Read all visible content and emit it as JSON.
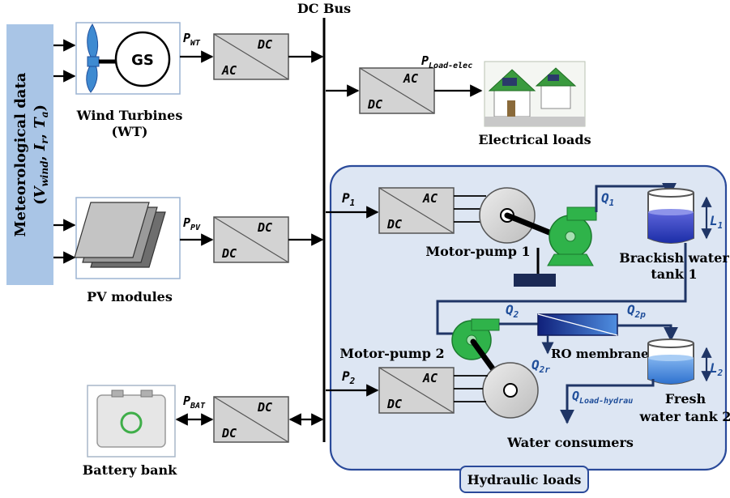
{
  "dc_bus": "DC Bus",
  "meteo": {
    "text": "Meteorological data",
    "vars": {
      "open": "(",
      "V": "V",
      "V_sub": "wind",
      "sep1": ", ",
      "I": "I",
      "I_sub": "r",
      "sep2": ", ",
      "T": "T",
      "T_sub": "a",
      "close": ")"
    }
  },
  "wind": {
    "generator": "GS",
    "label_line1": "Wind Turbines",
    "label_line2": "(WT)"
  },
  "pv": {
    "label": "PV modules"
  },
  "battery": {
    "label": "Battery bank"
  },
  "electrical": {
    "label": "Electrical loads"
  },
  "converter_ac": "AC",
  "converter_dc": "DC",
  "power": {
    "p": "P",
    "wt_sub": "WT",
    "pv_sub": "PV",
    "bat_sub": "BAT",
    "load_elec_sub": "Load-elec",
    "p1_sub": "1",
    "p2_sub": "2"
  },
  "hydraulic": {
    "panel_label": "Hydraulic loads",
    "motor_pump_1": "Motor-pump 1",
    "motor_pump_2": "Motor-pump 2",
    "brackish_line1": "Brackish water",
    "brackish_line2": "tank 1",
    "fresh_line1": "Fresh",
    "fresh_line2": "water tank 2",
    "ro_membrane": "RO membrane",
    "water_consumers": "Water consumers"
  },
  "flows": {
    "q": "Q",
    "q1_sub": "1",
    "q2_sub": "2",
    "q2p_sub": "2p",
    "q2r_sub": "2r",
    "qload_sub": "Load-hydrau",
    "l": "L",
    "l1_sub": "1",
    "l2_sub": "2"
  },
  "colors": {
    "panel_fill": "#dde6f3",
    "panel_stroke": "#2a4a9a",
    "meteo_fill": "#a9c5e6",
    "converter_fill": "#d3d3d3",
    "pump_green": "#2fb34a",
    "water_dark": "#1c2ea8",
    "water_fresh": "#3a7fd8",
    "text_blue": "#1f4e9a"
  }
}
